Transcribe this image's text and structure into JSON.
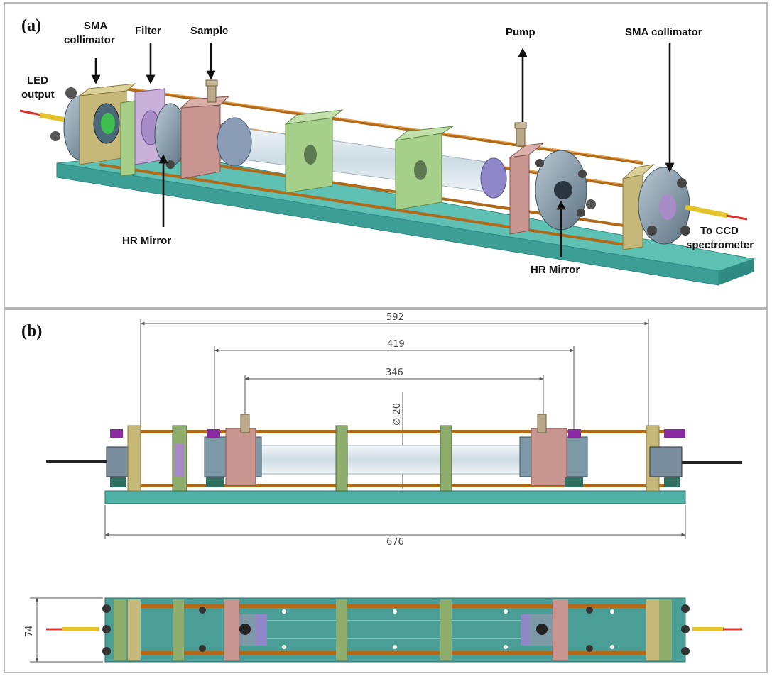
{
  "figure": {
    "panel_a": {
      "label": "(a)",
      "callouts": {
        "led_output": [
          "LED",
          "output"
        ],
        "sma_collimator_left": [
          "SMA",
          "collimator"
        ],
        "filter": "Filter",
        "sample": "Sample",
        "pump": "Pump",
        "sma_collimator_right": "SMA collimator",
        "hr_mirror_left": "HR Mirror",
        "hr_mirror_right": "HR Mirror",
        "to_ccd": [
          "To CCD",
          "spectrometer"
        ]
      }
    },
    "panel_b": {
      "label": "(b)",
      "dimensions": {
        "overall_rods": "592",
        "mirror_span": "419",
        "tube_span": "346",
        "tube_diameter": "∅ 20",
        "base_length": "676",
        "base_width": "74"
      }
    }
  },
  "colors": {
    "base": "#5fc0b4",
    "base_dark": "#2f8a82",
    "rod": "#b06a1a",
    "plate_green": "#a6cf8a",
    "plate_pink": "#c99590",
    "plate_tan": "#c6b878",
    "metal": "#8fa4b4",
    "tube": "#dfe9ee",
    "fiber_yellow": "#e4c42a",
    "fiber_red": "#d8322a",
    "filter_purple": "#a88cc8",
    "lens_green": "#3fbf4f"
  }
}
